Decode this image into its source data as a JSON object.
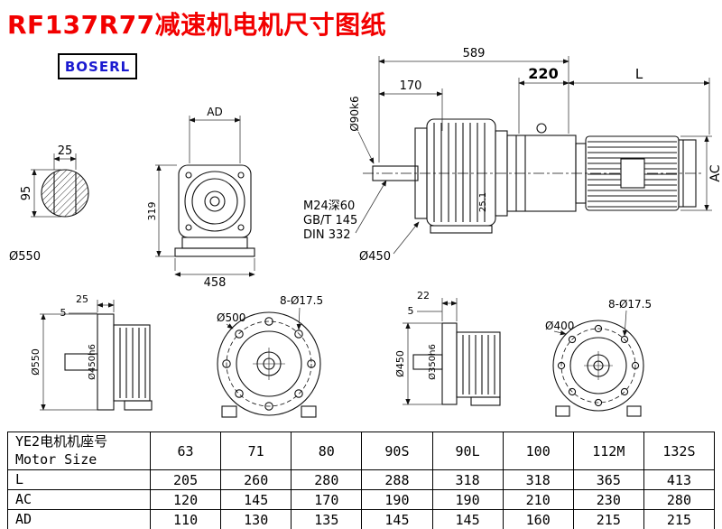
{
  "page": {
    "title": "RF137R77减速机电机尺寸图纸",
    "brand": "BOSERL"
  },
  "drawing": {
    "shaft_section": {
      "dim_width": "25",
      "dim_height": "95",
      "dim_dia": "Ø550"
    },
    "gearbox_front": {
      "dim_ad": "AD",
      "dim_height": "319",
      "dim_width": "458"
    },
    "assembly": {
      "dim_overall": "589",
      "dim_shaft_len": "170",
      "dim_shaft_dia": "Ø90k6",
      "dim_adapter": "220",
      "dim_motor_len": "L",
      "dim_motor_dia": "AC",
      "tap_note": "M24深60",
      "std_note1": "GB/T 145",
      "std_note2": "DIN 332",
      "dim_flange_dia": "Ø450",
      "dim_key": "25.1"
    },
    "side_550": {
      "dim_25": "25",
      "dim_5": "5",
      "dim_outer": "Ø550",
      "dim_spigot": "Ø450h6"
    },
    "flange_500": {
      "dim_dia": "Ø500",
      "dim_holes": "8-Ø17.5"
    },
    "side_450": {
      "dim_22": "22",
      "dim_5": "5",
      "dim_outer": "Ø450",
      "dim_spigot": "Ø350h6"
    },
    "flange_400": {
      "dim_dia": "Ø400",
      "dim_holes": "8-Ø17.5"
    }
  },
  "table": {
    "header_cn": "YE2电机机座号",
    "header_en": "Motor Size",
    "columns": [
      "63",
      "71",
      "80",
      "90S",
      "90L",
      "100",
      "112M",
      "132S"
    ],
    "rows": [
      {
        "label": "L",
        "values": [
          "205",
          "260",
          "280",
          "288",
          "318",
          "318",
          "365",
          "413"
        ]
      },
      {
        "label": "AC",
        "values": [
          "120",
          "145",
          "170",
          "190",
          "190",
          "210",
          "230",
          "280"
        ]
      },
      {
        "label": "AD",
        "values": [
          "110",
          "130",
          "135",
          "145",
          "145",
          "160",
          "215",
          "215"
        ]
      }
    ]
  }
}
